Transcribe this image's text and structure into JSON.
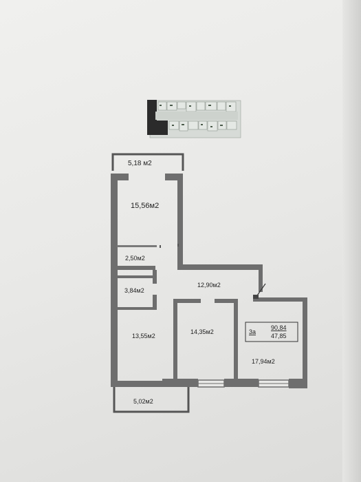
{
  "plan": {
    "rooms": {
      "balcony_top": "5,18 м2",
      "living_room": "15,56м2",
      "storage": "2,50м2",
      "bathroom": "3,84м2",
      "hallway": "12,90м2",
      "bedroom_left": "13,55м2",
      "bedroom_middle": "14,35м2",
      "kitchen": "17,94м2",
      "balcony_bottom": "5,02м2"
    },
    "apartment_type": "3а",
    "total_area": "90,84",
    "living_area": "47,85"
  }
}
